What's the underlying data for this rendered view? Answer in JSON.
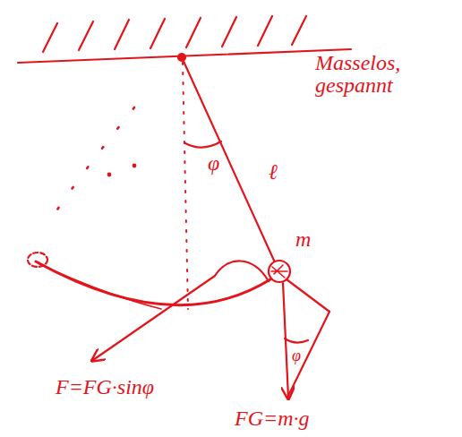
{
  "diagram": {
    "labels": [
      "Masselos, gespannt",
      "ℓ",
      "φ",
      "m",
      "φ",
      "F=FG·sinφ",
      "FG=m·g"
    ]
  }
}
